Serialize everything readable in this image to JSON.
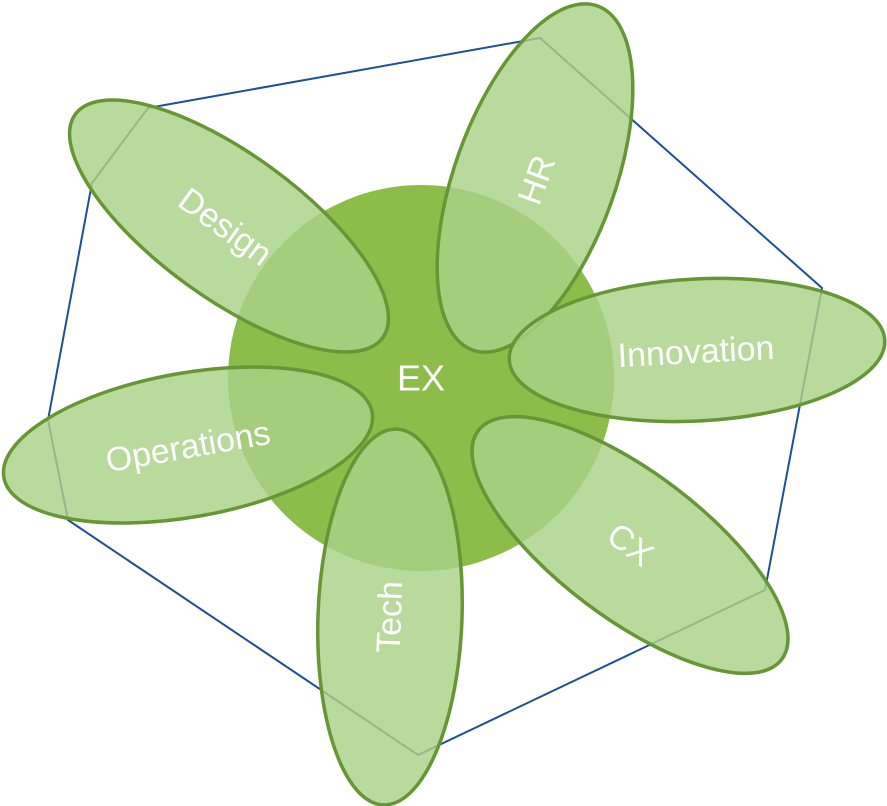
{
  "colors": {
    "hexagon_stroke": "#1f4e9b",
    "center_fill": "#8cbc4a",
    "petal_fill": "#b9d898",
    "petal_stroke": "#669636",
    "label_text": "#ffffff"
  },
  "center": {
    "label": "EX"
  },
  "petals": [
    {
      "id": "design",
      "label": "Design"
    },
    {
      "id": "hr",
      "label": "HR"
    },
    {
      "id": "innovation",
      "label": "Innovation"
    },
    {
      "id": "cx",
      "label": "CX"
    },
    {
      "id": "tech",
      "label": "Tech"
    },
    {
      "id": "operations",
      "label": "Operations"
    }
  ]
}
